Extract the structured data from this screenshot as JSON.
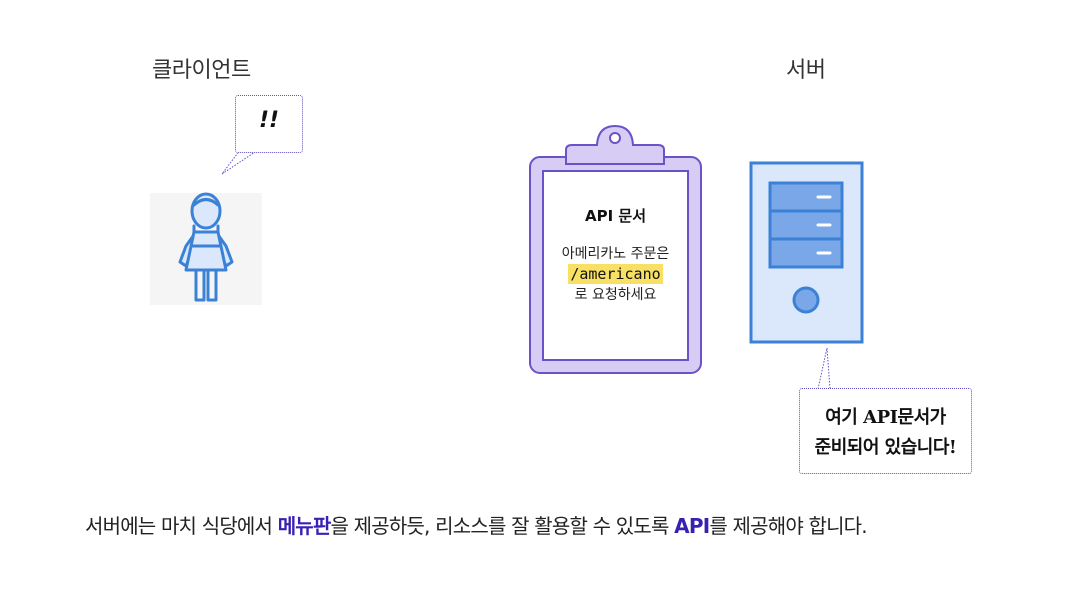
{
  "client": {
    "label": "클라이언트",
    "bubble_text": "!!"
  },
  "server": {
    "label": "서버",
    "bubble_line1": "여기 API문서가",
    "bubble_line2": "준비되어 있습니다!"
  },
  "document": {
    "title": "API 문서",
    "line1": "아메리카노 주문은",
    "code": "/americano",
    "line3": "로 요청하세요"
  },
  "caption": {
    "part1": "서버에는 마치 식당에서 ",
    "highlight1": "메뉴판",
    "part2": "을 제공하듯, 리소스를 잘 활용할 수 있도록 ",
    "highlight2": "API",
    "part3": "를 제공해야 합니다."
  },
  "colors": {
    "clipboard_fill": "#d6ccf4",
    "clipboard_stroke": "#6a52c9",
    "server_fill": "#dbe8fb",
    "server_stroke": "#3b82d6",
    "person_stroke": "#3b82d6",
    "bubble_border": "#5b4fc7",
    "highlight_text": "#3a1fb3",
    "code_background": "#f7e064"
  }
}
